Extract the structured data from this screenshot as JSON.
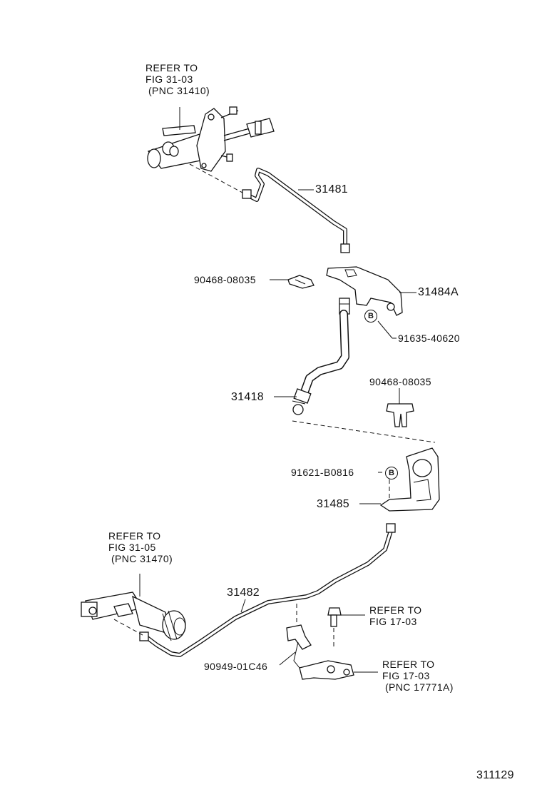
{
  "refs": {
    "master_cylinder": {
      "line1": "REFER TO",
      "line2": "FIG 31-03",
      "line3": "(PNC 31410)"
    },
    "release_cylinder": {
      "line1": "REFER TO",
      "line2": "FIG 31-05",
      "line3": "(PNC 31470)"
    },
    "bolt": {
      "line1": "REFER TO",
      "line2": "FIG 17-03"
    },
    "bracket": {
      "line1": "REFER TO",
      "line2": "FIG 17-03",
      "line3": "(PNC 17771A)"
    }
  },
  "parts": {
    "p31481": "31481",
    "p31484A": "31484A",
    "p90468_a": "90468-08035",
    "p91635": "91635-40620",
    "p31418": "31418",
    "p90468_b": "90468-08035",
    "p91621": "91621-B0816",
    "p31485": "31485",
    "p31482": "31482",
    "p90949": "90949-01C46"
  },
  "badges": {
    "b1": "B",
    "b2": "B"
  },
  "figure_number": "311129"
}
